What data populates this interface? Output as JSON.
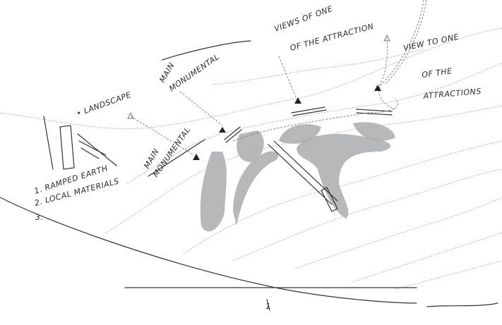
{
  "sketch": {
    "labels": {
      "views_line1": "VIEWS OF ONE",
      "views_line2": "OF THE ATTRACTION",
      "view_to_line1": "VIEW TO ONE",
      "view_to_line2": "OF THE",
      "view_to_line3": "ATTRACTIONS",
      "main_upper_line1": "MAIN",
      "main_upper_line2": "MONUMENTAL",
      "main_lower_line1": "MAIN",
      "main_lower_line2": "MONUMENTAL",
      "landscape": "• LANDSCAPE",
      "note1": "1. RAMPED EARTH",
      "note2": "2. LOCAL MATERIALS",
      "note3": "3.",
      "scale_mark": "1"
    },
    "colors": {
      "ink": "#333333",
      "shade": "#a9abae",
      "contour": "#a8a8a8"
    }
  }
}
